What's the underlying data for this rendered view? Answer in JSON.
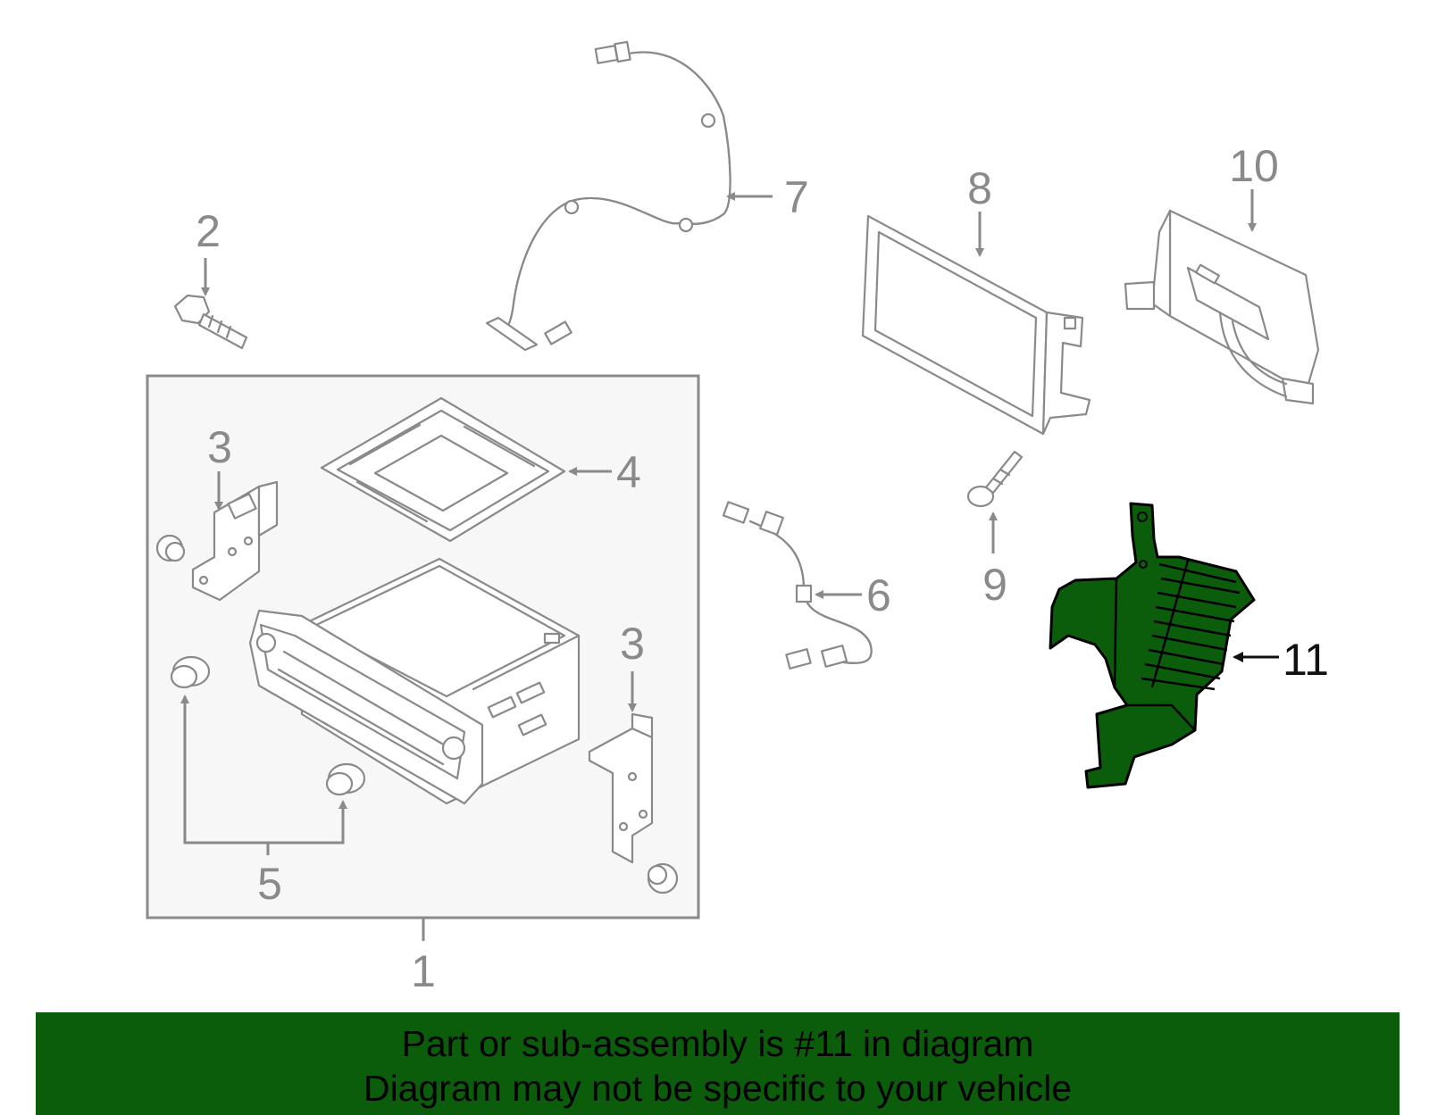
{
  "callouts": {
    "c1": "1",
    "c2": "2",
    "c3a": "3",
    "c3b": "3",
    "c4": "4",
    "c5": "5",
    "c6": "6",
    "c7": "7",
    "c8": "8",
    "c9": "9",
    "c10": "10",
    "c11": "11"
  },
  "highlight": {
    "part_number": "11",
    "fill_color": "#0b5c0b",
    "outline_color": "#000000"
  },
  "banner": {
    "line1": "Part or sub-assembly is #11 in diagram",
    "line2": "Diagram may not be specific to your vehicle",
    "background": "#0b5c0b"
  }
}
